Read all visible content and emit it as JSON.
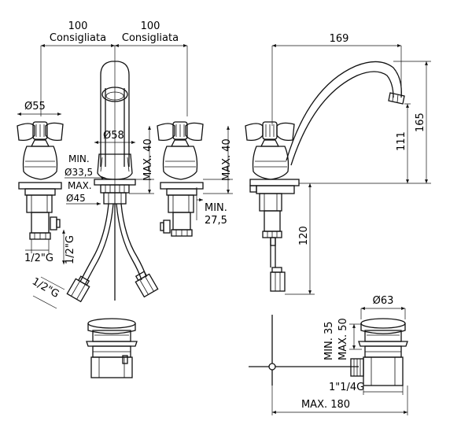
{
  "labels": {
    "top_left_value": "100",
    "top_left_note": "Consigliata",
    "top_right_value": "100",
    "top_right_note": "Consigliata",
    "handle_diameter": "Ø55",
    "spout_diameter": "Ø58",
    "min_label": "MIN.",
    "min_diameter": "Ø33,5",
    "max_label": "MAX.",
    "max_diameter": "Ø45",
    "max_40_a": "MAX. 40",
    "max_40_b": "MAX. 40",
    "min_27_label": "MIN.",
    "min_27_value": "27,5",
    "thread_half_a": "1/2\"G",
    "thread_half_b": "1/2\"G",
    "thread_half_c": "1/2\"G",
    "side_reach": "169",
    "side_height_165": "165",
    "side_height_111": "111",
    "side_depth_120": "120",
    "waste_diameter": "Ø63",
    "waste_min": "MIN. 35",
    "waste_max": "MAX. 50",
    "waste_thread": "1\"1/4G",
    "waste_max_180": "MAX. 180"
  }
}
